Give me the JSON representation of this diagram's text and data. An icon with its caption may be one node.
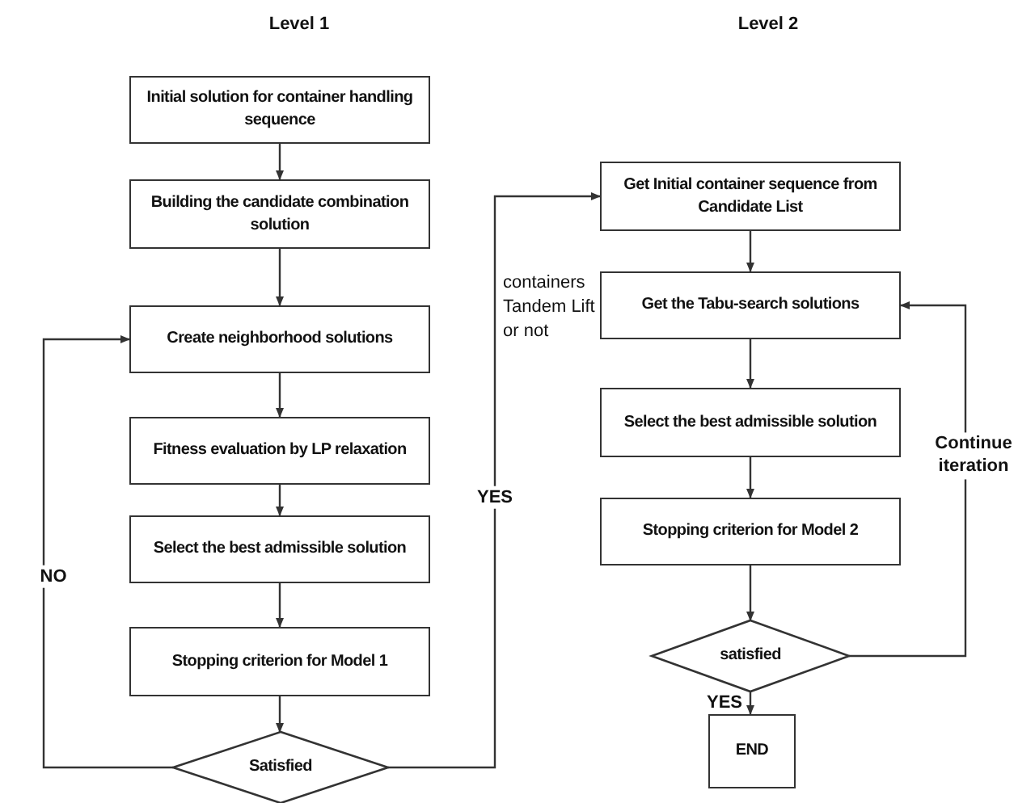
{
  "diagram": {
    "nodes": [
      {
        "text": [
          "Initial solution for container handling sequence"
        ]
      },
      {
        "text": [
          "Building the candidate combination solution"
        ]
      },
      {
        "text": [
          "Create neighborhood solutions"
        ]
      },
      {
        "text": [
          "Fitness evaluation by LP relaxation"
        ]
      },
      {
        "text": [
          "Select the best admissible solution"
        ]
      },
      {
        "text": [
          "Stopping criterion for Model 1"
        ]
      },
      {
        "text": [
          "Satisfied"
        ]
      },
      {
        "text": [
          "Get Initial container sequence from Candidate List"
        ]
      },
      {
        "text": [
          "Get the Tabu-search solutions"
        ]
      },
      {
        "text": [
          "Select the best admissible solution"
        ]
      },
      {
        "text": [
          "Stopping criterion for Model  2"
        ]
      },
      {
        "text": [
          "satisfied"
        ]
      },
      {
        "text": [
          "END"
        ]
      }
    ],
    "edges": [
      {
        "from": 0,
        "to": 1,
        "arrow": "to"
      },
      {
        "from": 1,
        "to": 2,
        "arrow": "to"
      },
      {
        "from": 2,
        "to": 3,
        "arrow": "to"
      },
      {
        "from": 3,
        "to": 4,
        "arrow": "to"
      },
      {
        "from": 4,
        "to": 5,
        "arrow": "to"
      },
      {
        "from": 5,
        "to": 6,
        "arrow": "to"
      },
      {
        "from": 6,
        "to": 2,
        "arrow": "to",
        "label": "NO"
      },
      {
        "from": 6,
        "to": 7,
        "arrow": "to",
        "label": "YES"
      },
      {
        "from": 7,
        "to": 8,
        "arrow": "to"
      },
      {
        "from": 8,
        "to": 9,
        "arrow": "to"
      },
      {
        "from": 9,
        "to": 10,
        "arrow": "to"
      },
      {
        "from": 10,
        "to": 11,
        "arrow": "to"
      },
      {
        "from": 11,
        "to": 8,
        "arrow": "to",
        "label": "Continue iteration"
      },
      {
        "from": 11,
        "to": 12,
        "arrow": "to",
        "label": "YES"
      }
    ],
    "labels": [
      "Level 1",
      "Level 2",
      "containers Tandem Lift or not"
    ]
  }
}
